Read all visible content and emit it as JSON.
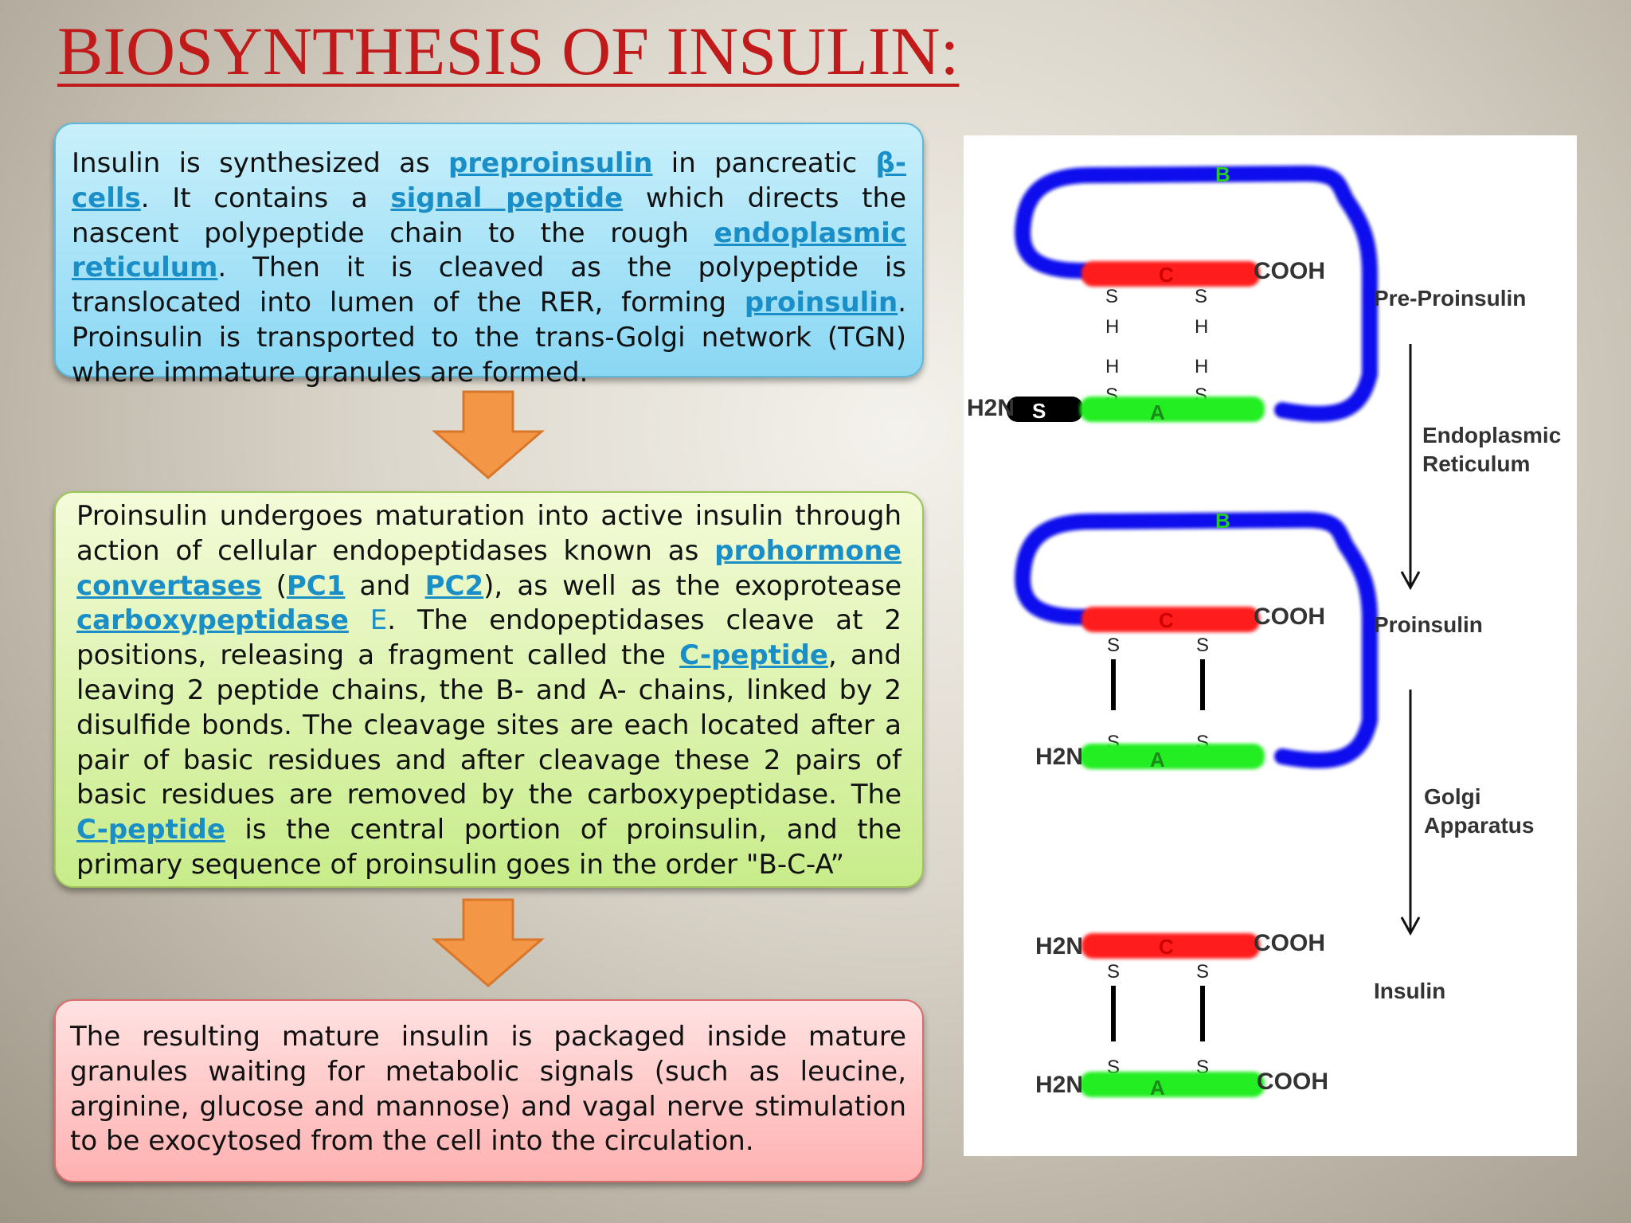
{
  "title": "BIOSYNTHESIS OF INSULIN:",
  "box1": {
    "t1": "Insulin is synthesized as ",
    "l1": "preproinsulin",
    "t2": " in pancreatic ",
    "l2": "β-cells",
    "t3": ". It contains a ",
    "l3": "signal peptide",
    "t4": " which directs the nascent polypeptide chain to the rough ",
    "l4": "endoplasmic reticulum",
    "t5": ". Then it is cleaved as the polypeptide is translocated into lumen of the RER, forming ",
    "l5": "proinsulin",
    "t6": ". Proinsulin is transported to the trans-Golgi network (TGN) where immature granules are formed."
  },
  "box2": {
    "t1": "Proinsulin undergoes maturation into active insulin through action of cellular endopeptidases known as ",
    "l1": "prohormone convertases",
    "t2": " (",
    "l2": "PC1",
    "t3": " and ",
    "l3": "PC2",
    "t4": "), as well as the exoprotease ",
    "l4": "carboxypeptidase",
    "l4b": " E",
    "t5": ". The endopeptidases cleave at 2 positions, releasing a fragment called the ",
    "l5": "C-peptide",
    "t6": ", and leaving 2 peptide chains, the B- and A- chains, linked by 2 disulfide bonds. The cleavage sites are each located after a pair of basic residues and after cleavage these 2 pairs of basic residues are removed by the carboxypeptidase. The ",
    "l6": "C-peptide",
    "t7": " is the central portion of proinsulin, and the primary sequence of proinsulin goes in the order \"B-C-A”"
  },
  "box3": {
    "text": "The resulting mature insulin is packaged inside mature granules waiting for metabolic signals (such as leucine, arginine, glucose and mannose) and vagal nerve stimulation to be exocytosed from the cell into the circulation."
  },
  "diagram": {
    "chain_b": "B",
    "chain_c": "C",
    "chain_a": "A",
    "signal": "S",
    "h2n": "H2N",
    "cooh": "COOH",
    "s": "S",
    "h": "H",
    "stage1": "Pre-Proinsulin",
    "step1": [
      "Endoplasmic",
      "Reticulum"
    ],
    "stage2": "Proinsulin",
    "step2": [
      "Golgi",
      "Apparatus"
    ],
    "stage3": "Insulin"
  },
  "colors": {
    "title": "#c01a1a",
    "link": "#1a8fc7",
    "chain_b": "#1111ee",
    "chain_c": "#ff1a1a",
    "chain_a": "#22ee22",
    "signal": "#000000",
    "arrow": "#f39645"
  }
}
